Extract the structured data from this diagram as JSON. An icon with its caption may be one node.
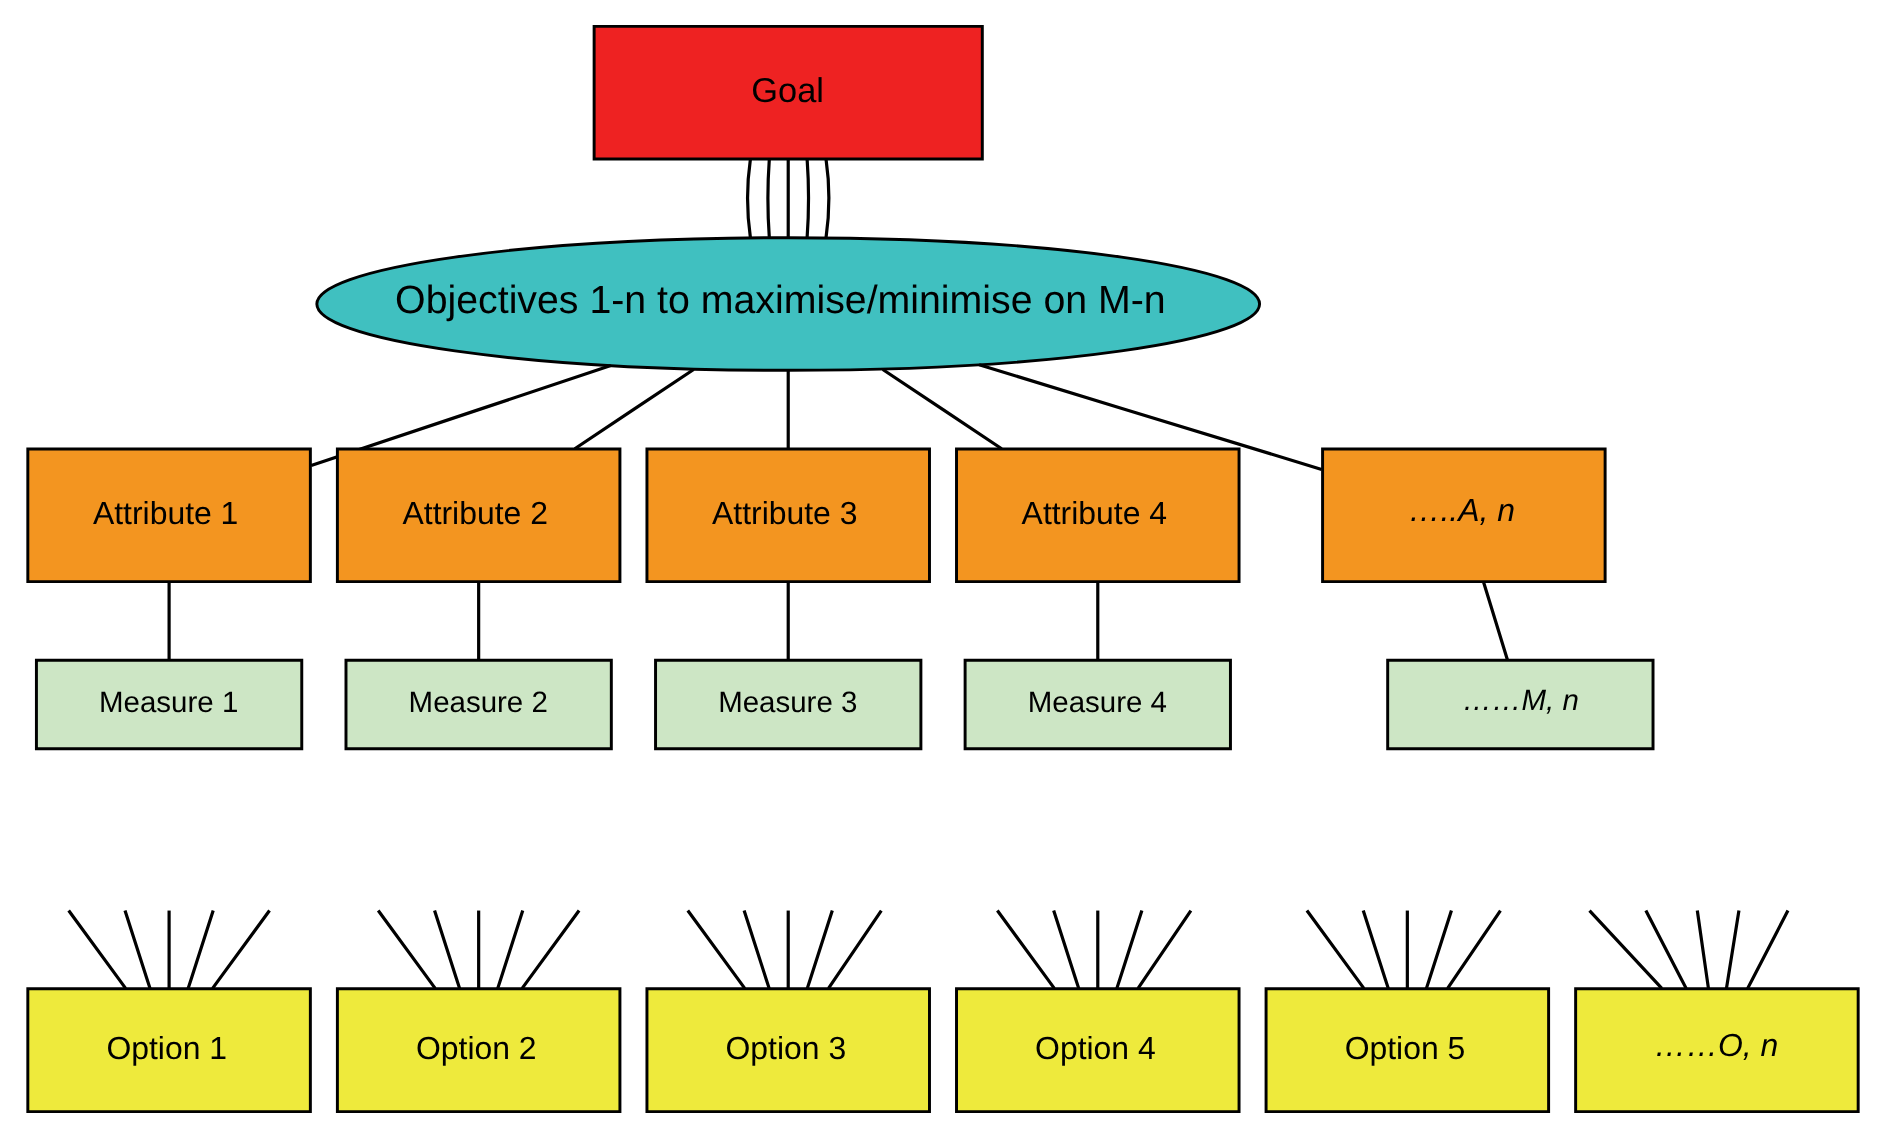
{
  "diagram": {
    "nodes": [
      {
        "text": [
          "Goal"
        ]
      },
      {
        "text": [
          "Objectives 1-n to maximise/minimise on M-n"
        ]
      },
      {
        "text": [
          "Attribute 1"
        ]
      },
      {
        "text": [
          "Attribute 2"
        ]
      },
      {
        "text": [
          "Attribute 3"
        ]
      },
      {
        "text": [
          "Attribute 4"
        ]
      },
      {
        "text": [
          "…..A, n"
        ]
      },
      {
        "text": [
          "Measure 1"
        ]
      },
      {
        "text": [
          "Measure 2"
        ]
      },
      {
        "text": [
          "Measure 3"
        ]
      },
      {
        "text": [
          "Measure 4"
        ]
      },
      {
        "text": [
          "……M, n"
        ]
      },
      {
        "text": [
          "Option 1"
        ]
      },
      {
        "text": [
          "Option 2"
        ]
      },
      {
        "text": [
          "Option 3"
        ]
      },
      {
        "text": [
          "Option 4"
        ]
      },
      {
        "text": [
          "Option 5"
        ]
      },
      {
        "text": [
          "……O, n"
        ]
      }
    ],
    "edges": [
      {
        "from": 0,
        "to": 1,
        "arrow": "none"
      },
      {
        "from": 0,
        "to": 1,
        "arrow": "none"
      },
      {
        "from": 0,
        "to": 1,
        "arrow": "none"
      },
      {
        "from": 0,
        "to": 1,
        "arrow": "none"
      },
      {
        "from": 0,
        "to": 1,
        "arrow": "none"
      },
      {
        "from": 1,
        "to": 2,
        "arrow": "none"
      },
      {
        "from": 1,
        "to": 3,
        "arrow": "none"
      },
      {
        "from": 1,
        "to": 4,
        "arrow": "none"
      },
      {
        "from": 1,
        "to": 5,
        "arrow": "none"
      },
      {
        "from": 1,
        "to": 6,
        "arrow": "none"
      },
      {
        "from": 2,
        "to": 7,
        "arrow": "none"
      },
      {
        "from": 3,
        "to": 8,
        "arrow": "none"
      },
      {
        "from": 4,
        "to": 9,
        "arrow": "none"
      },
      {
        "from": 5,
        "to": 10,
        "arrow": "none"
      },
      {
        "from": 6,
        "to": 11,
        "arrow": "none"
      },
      {
        "from": null,
        "to": 12,
        "arrow": "none"
      },
      {
        "from": null,
        "to": 12,
        "arrow": "none"
      },
      {
        "from": null,
        "to": 12,
        "arrow": "none"
      },
      {
        "from": null,
        "to": 12,
        "arrow": "none"
      },
      {
        "from": null,
        "to": 12,
        "arrow": "none"
      },
      {
        "from": null,
        "to": 13,
        "arrow": "none"
      },
      {
        "from": null,
        "to": 13,
        "arrow": "none"
      },
      {
        "from": null,
        "to": 13,
        "arrow": "none"
      },
      {
        "from": null,
        "to": 13,
        "arrow": "none"
      },
      {
        "from": null,
        "to": 13,
        "arrow": "none"
      },
      {
        "from": null,
        "to": 14,
        "arrow": "none"
      },
      {
        "from": null,
        "to": 14,
        "arrow": "none"
      },
      {
        "from": null,
        "to": 14,
        "arrow": "none"
      },
      {
        "from": null,
        "to": 14,
        "arrow": "none"
      },
      {
        "from": null,
        "to": 14,
        "arrow": "none"
      },
      {
        "from": null,
        "to": 15,
        "arrow": "none"
      },
      {
        "from": null,
        "to": 15,
        "arrow": "none"
      },
      {
        "from": null,
        "to": 15,
        "arrow": "none"
      },
      {
        "from": null,
        "to": 15,
        "arrow": "none"
      },
      {
        "from": null,
        "to": 15,
        "arrow": "none"
      },
      {
        "from": null,
        "to": 16,
        "arrow": "none"
      },
      {
        "from": null,
        "to": 16,
        "arrow": "none"
      },
      {
        "from": null,
        "to": 16,
        "arrow": "none"
      },
      {
        "from": null,
        "to": 16,
        "arrow": "none"
      },
      {
        "from": null,
        "to": 16,
        "arrow": "none"
      },
      {
        "from": null,
        "to": 17,
        "arrow": "none"
      },
      {
        "from": null,
        "to": 17,
        "arrow": "none"
      },
      {
        "from": null,
        "to": 17,
        "arrow": "none"
      },
      {
        "from": null,
        "to": 17,
        "arrow": "none"
      },
      {
        "from": null,
        "to": 17,
        "arrow": "none"
      }
    ]
  }
}
